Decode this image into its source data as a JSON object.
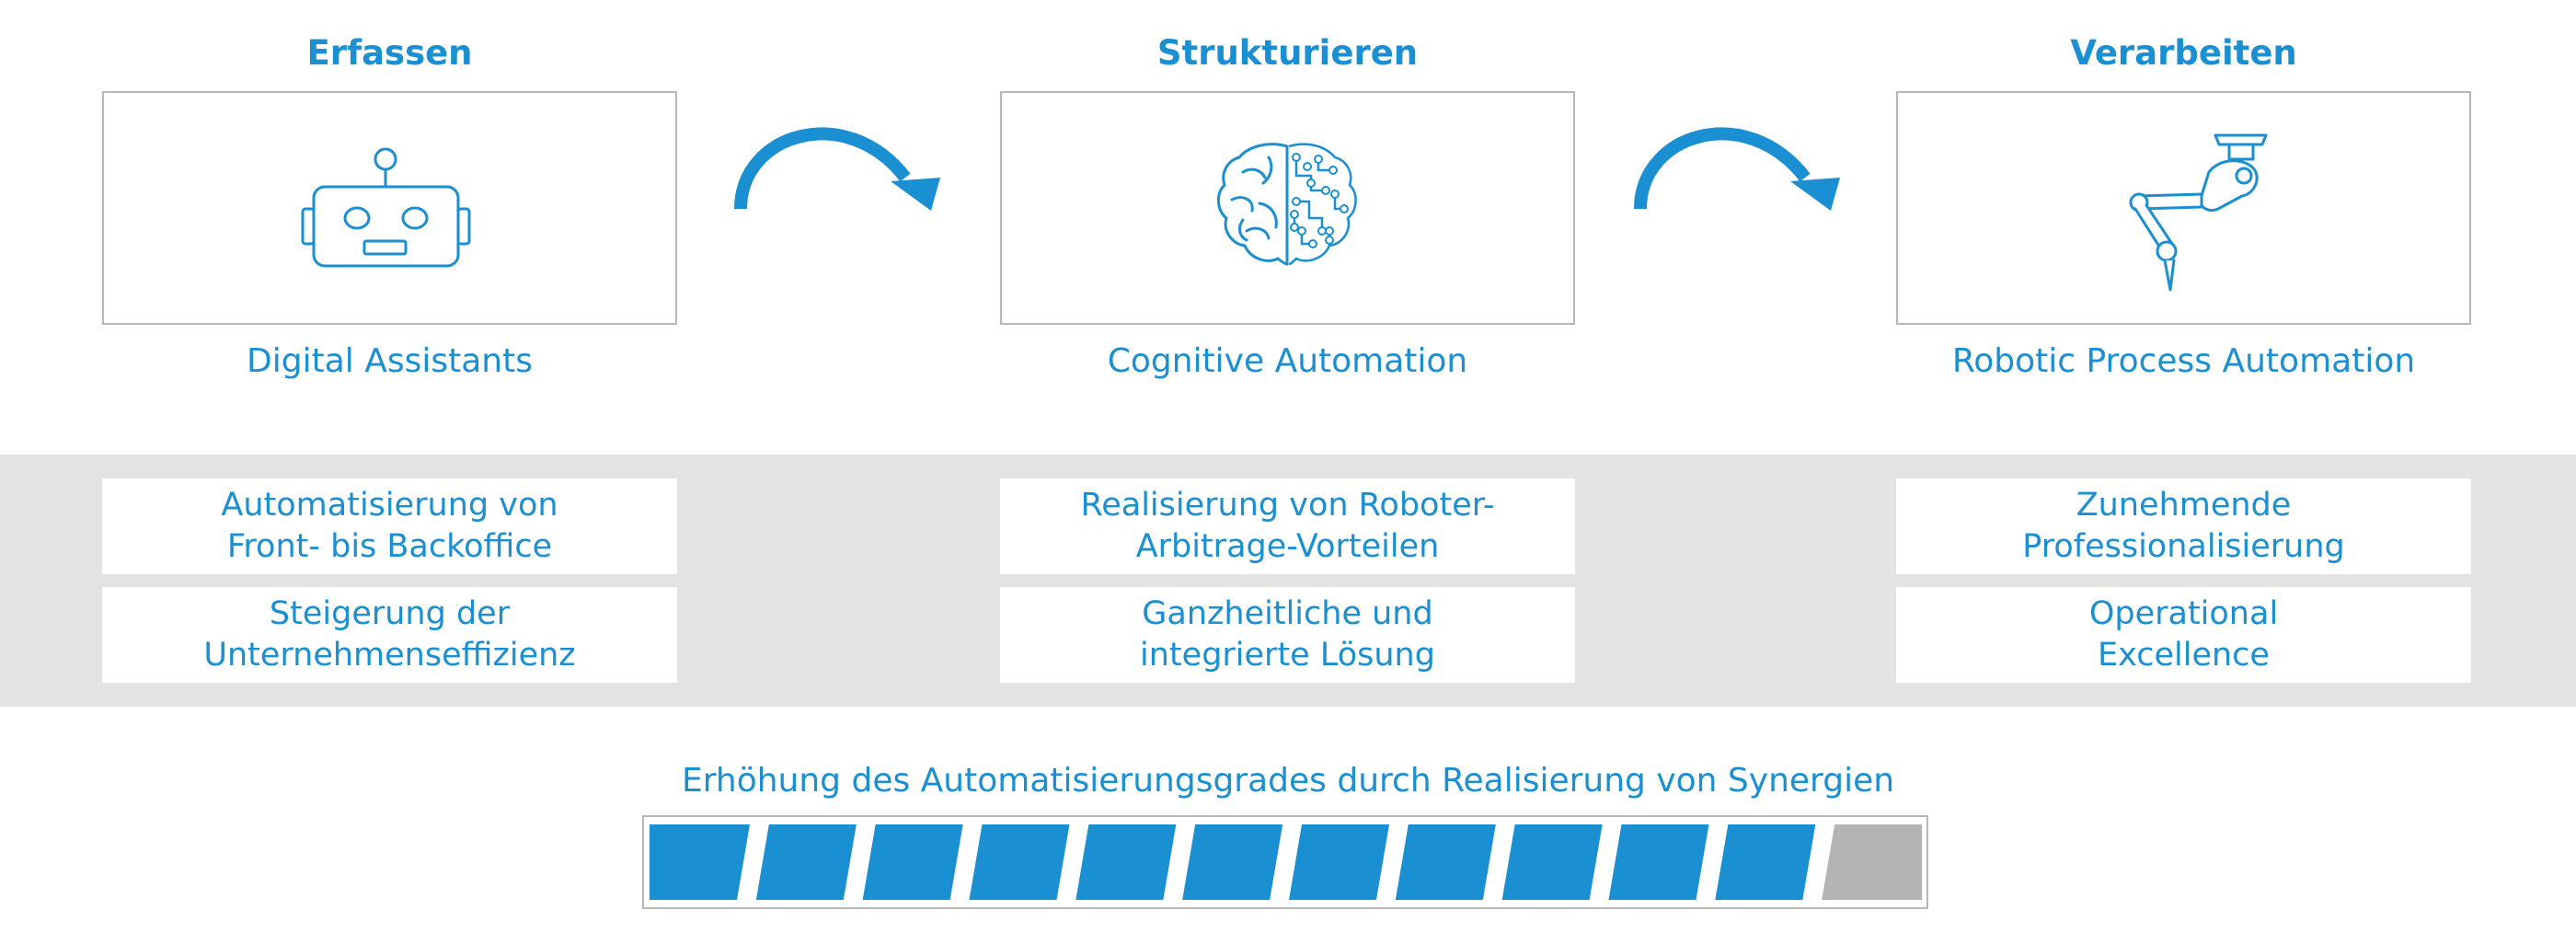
{
  "columns": [
    {
      "heading": "Erfassen",
      "caption": "Digital Assistants",
      "icon": "robot-head-icon",
      "cards": [
        {
          "line1": "Automatisierung von",
          "line2": "Front- bis Backoffice"
        },
        {
          "line1": "Steigerung der",
          "line2": "Unternehmenseffizienz"
        }
      ]
    },
    {
      "heading": "Strukturieren",
      "caption": "Cognitive Automation",
      "icon": "circuit-brain-icon",
      "cards": [
        {
          "line1": "Realisierung von Roboter-",
          "line2": "Arbitrage-Vorteilen"
        },
        {
          "line1": "Ganzheitliche und",
          "line2": "integrierte Lösung"
        }
      ]
    },
    {
      "heading": "Verarbeiten",
      "caption": "Robotic Process Automation",
      "icon": "robotic-arm-icon",
      "cards": [
        {
          "line1": "Zunehmende",
          "line2": "Professionalisierung"
        },
        {
          "line1": "Operational",
          "line2": "Excellence"
        }
      ]
    }
  ],
  "arrows": [
    "curved-arrow-icon",
    "curved-arrow-icon"
  ],
  "synergy": {
    "title": "Erhöhung des Automatisierungsgrades durch Realisierung von Synergien",
    "segments_total": 12,
    "segments_filled": 11,
    "filled_color": "#1a8fd1",
    "empty_color": "#b4b4b4"
  },
  "colors": {
    "accent": "#1a8fd1",
    "band": "#e3e3e1",
    "border": "#b8b8b8"
  }
}
